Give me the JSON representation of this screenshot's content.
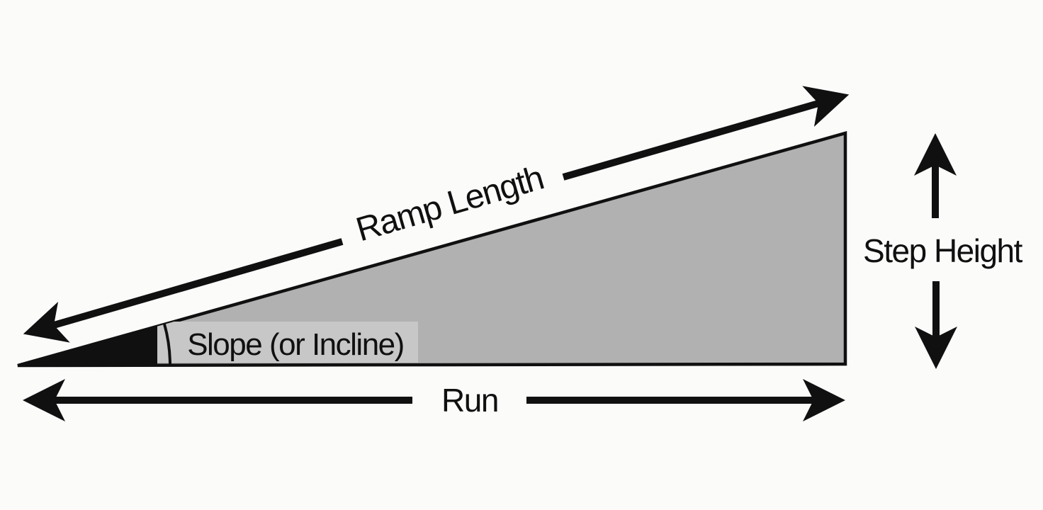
{
  "diagram": {
    "type": "ramp-slope-schematic",
    "labels": {
      "ramp_length": "Ramp Length",
      "step_height": "Step Height",
      "slope": "Slope (or Incline)",
      "run": "Run"
    },
    "colors": {
      "background": "#fbfbfa",
      "triangle_fill": "#b1b1b1",
      "label_band": "#c7c7c7",
      "ink": "#101010"
    }
  }
}
